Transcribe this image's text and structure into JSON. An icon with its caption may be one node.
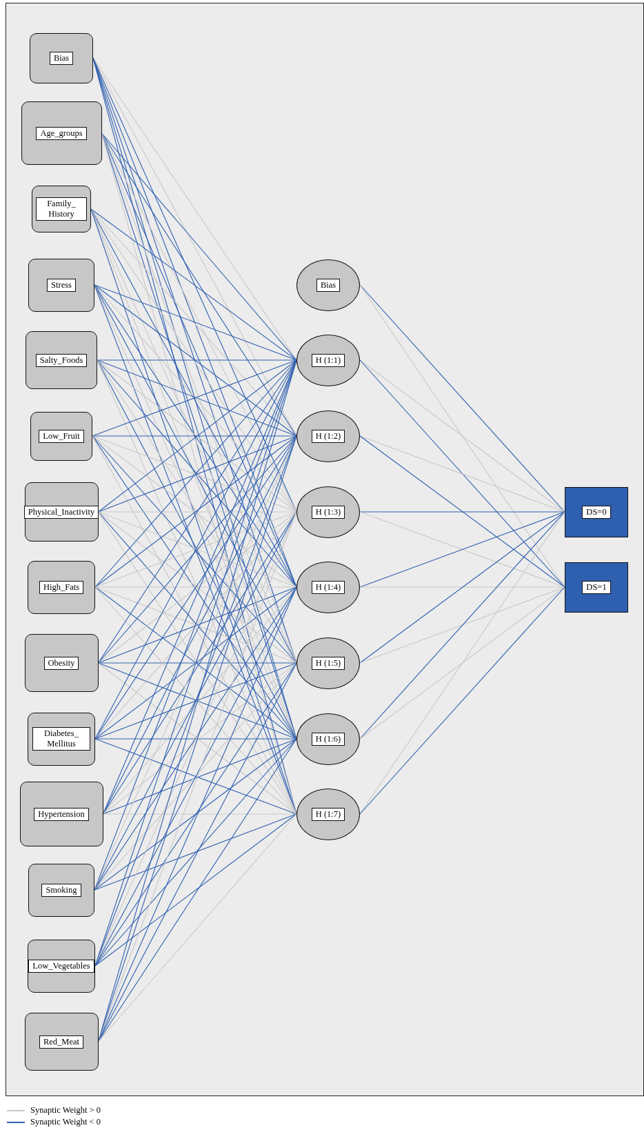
{
  "diagram": {
    "nodes": [
      {
        "text": [
          "Bias"
        ]
      },
      {
        "text": [
          "Age_groups"
        ]
      },
      {
        "text": [
          "Family_ History"
        ]
      },
      {
        "text": [
          "Stress"
        ]
      },
      {
        "text": [
          "Salty_Foods"
        ]
      },
      {
        "text": [
          "Low_Fruit"
        ]
      },
      {
        "text": [
          "Physical_Inactivity"
        ]
      },
      {
        "text": [
          "High_Fats"
        ]
      },
      {
        "text": [
          "Obesity"
        ]
      },
      {
        "text": [
          "Diabetes_ Mellitus"
        ]
      },
      {
        "text": [
          "Hypertension"
        ]
      },
      {
        "text": [
          "Smoking"
        ]
      },
      {
        "text": [
          "Low_Vegetables"
        ]
      },
      {
        "text": [
          "Red_Meat"
        ]
      },
      {
        "text": [
          "Bias"
        ]
      },
      {
        "text": [
          "H (1:1)"
        ]
      },
      {
        "text": [
          "H (1:2)"
        ]
      },
      {
        "text": [
          "H (1:3)"
        ]
      },
      {
        "text": [
          "H (1:4)"
        ]
      },
      {
        "text": [
          "H (1:5)"
        ]
      },
      {
        "text": [
          "H (1:6)"
        ]
      },
      {
        "text": [
          "H (1:7)"
        ]
      },
      {
        "text": [
          "DS=0"
        ]
      },
      {
        "text": [
          "DS=1"
        ]
      }
    ],
    "edges": [
      {
        "from": 0,
        "to": 15,
        "arrow": "none",
        "color": "#c8c8c8"
      },
      {
        "from": 0,
        "to": 16,
        "arrow": "none",
        "color": "#c8c8c8"
      },
      {
        "from": 0,
        "to": 17,
        "arrow": "none"
      },
      {
        "from": 0,
        "to": 18,
        "arrow": "none"
      },
      {
        "from": 0,
        "to": 19,
        "arrow": "none"
      },
      {
        "from": 0,
        "to": 20,
        "arrow": "none"
      },
      {
        "from": 0,
        "to": 21,
        "arrow": "none"
      },
      {
        "from": 1,
        "to": 15,
        "arrow": "none"
      },
      {
        "from": 1,
        "to": 16,
        "arrow": "none"
      },
      {
        "from": 1,
        "to": 17,
        "arrow": "none",
        "color": "#c8c8c8"
      },
      {
        "from": 1,
        "to": 18,
        "arrow": "none"
      },
      {
        "from": 1,
        "to": 19,
        "arrow": "none",
        "color": "#c8c8c8"
      },
      {
        "from": 1,
        "to": 20,
        "arrow": "none"
      },
      {
        "from": 1,
        "to": 21,
        "arrow": "none",
        "color": "#c8c8c8"
      },
      {
        "from": 2,
        "to": 15,
        "arrow": "none"
      },
      {
        "from": 2,
        "to": 16,
        "arrow": "none",
        "color": "#c8c8c8"
      },
      {
        "from": 2,
        "to": 17,
        "arrow": "none",
        "color": "#c8c8c8"
      },
      {
        "from": 2,
        "to": 18,
        "arrow": "none"
      },
      {
        "from": 2,
        "to": 19,
        "arrow": "none",
        "color": "#c8c8c8"
      },
      {
        "from": 2,
        "to": 20,
        "arrow": "none",
        "color": "#c8c8c8"
      },
      {
        "from": 2,
        "to": 21,
        "arrow": "none"
      },
      {
        "from": 3,
        "to": 15,
        "arrow": "none"
      },
      {
        "from": 3,
        "to": 16,
        "arrow": "none"
      },
      {
        "from": 3,
        "to": 17,
        "arrow": "none",
        "color": "#c8c8c8"
      },
      {
        "from": 3,
        "to": 18,
        "arrow": "none"
      },
      {
        "from": 3,
        "to": 19,
        "arrow": "none"
      },
      {
        "from": 3,
        "to": 20,
        "arrow": "none",
        "color": "#c8c8c8"
      },
      {
        "from": 3,
        "to": 21,
        "arrow": "none"
      },
      {
        "from": 4,
        "to": 15,
        "arrow": "none"
      },
      {
        "from": 4,
        "to": 16,
        "arrow": "none"
      },
      {
        "from": 4,
        "to": 17,
        "arrow": "none",
        "color": "#c8c8c8"
      },
      {
        "from": 4,
        "to": 18,
        "arrow": "none"
      },
      {
        "from": 4,
        "to": 19,
        "arrow": "none",
        "color": "#c8c8c8"
      },
      {
        "from": 4,
        "to": 20,
        "arrow": "none"
      },
      {
        "from": 4,
        "to": 21,
        "arrow": "none",
        "color": "#c8c8c8"
      },
      {
        "from": 5,
        "to": 15,
        "arrow": "none"
      },
      {
        "from": 5,
        "to": 16,
        "arrow": "none"
      },
      {
        "from": 5,
        "to": 17,
        "arrow": "none",
        "color": "#c8c8c8"
      },
      {
        "from": 5,
        "to": 18,
        "arrow": "none",
        "color": "#c8c8c8"
      },
      {
        "from": 5,
        "to": 19,
        "arrow": "none"
      },
      {
        "from": 5,
        "to": 20,
        "arrow": "none"
      },
      {
        "from": 5,
        "to": 21,
        "arrow": "none",
        "color": "#c8c8c8"
      },
      {
        "from": 6,
        "to": 15,
        "arrow": "none"
      },
      {
        "from": 6,
        "to": 16,
        "arrow": "none"
      },
      {
        "from": 6,
        "to": 17,
        "arrow": "none",
        "color": "#c8c8c8"
      },
      {
        "from": 6,
        "to": 18,
        "arrow": "none",
        "color": "#c8c8c8"
      },
      {
        "from": 6,
        "to": 19,
        "arrow": "none",
        "color": "#c8c8c8"
      },
      {
        "from": 6,
        "to": 20,
        "arrow": "none"
      },
      {
        "from": 6,
        "to": 21,
        "arrow": "none",
        "color": "#c8c8c8"
      },
      {
        "from": 7,
        "to": 15,
        "arrow": "none"
      },
      {
        "from": 7,
        "to": 16,
        "arrow": "none"
      },
      {
        "from": 7,
        "to": 17,
        "arrow": "none",
        "color": "#c8c8c8"
      },
      {
        "from": 7,
        "to": 18,
        "arrow": "none",
        "color": "#c8c8c8"
      },
      {
        "from": 7,
        "to": 19,
        "arrow": "none",
        "color": "#c8c8c8"
      },
      {
        "from": 7,
        "to": 20,
        "arrow": "none"
      },
      {
        "from": 7,
        "to": 21,
        "arrow": "none",
        "color": "#c8c8c8"
      },
      {
        "from": 8,
        "to": 15,
        "arrow": "none"
      },
      {
        "from": 8,
        "to": 16,
        "arrow": "none"
      },
      {
        "from": 8,
        "to": 17,
        "arrow": "none",
        "color": "#c8c8c8"
      },
      {
        "from": 8,
        "to": 18,
        "arrow": "none"
      },
      {
        "from": 8,
        "to": 19,
        "arrow": "none"
      },
      {
        "from": 8,
        "to": 20,
        "arrow": "none"
      },
      {
        "from": 8,
        "to": 21,
        "arrow": "none",
        "color": "#c8c8c8"
      },
      {
        "from": 9,
        "to": 15,
        "arrow": "none"
      },
      {
        "from": 9,
        "to": 16,
        "arrow": "none"
      },
      {
        "from": 9,
        "to": 17,
        "arrow": "none",
        "color": "#c8c8c8"
      },
      {
        "from": 9,
        "to": 18,
        "arrow": "none"
      },
      {
        "from": 9,
        "to": 19,
        "arrow": "none"
      },
      {
        "from": 9,
        "to": 20,
        "arrow": "none"
      },
      {
        "from": 9,
        "to": 21,
        "arrow": "none"
      },
      {
        "from": 10,
        "to": 15,
        "arrow": "none"
      },
      {
        "from": 10,
        "to": 16,
        "arrow": "none"
      },
      {
        "from": 10,
        "to": 17,
        "arrow": "none"
      },
      {
        "from": 10,
        "to": 18,
        "arrow": "none",
        "color": "#c8c8c8"
      },
      {
        "from": 10,
        "to": 19,
        "arrow": "none",
        "color": "#c8c8c8"
      },
      {
        "from": 10,
        "to": 20,
        "arrow": "none"
      },
      {
        "from": 10,
        "to": 21,
        "arrow": "none",
        "color": "#c8c8c8"
      },
      {
        "from": 11,
        "to": 15,
        "arrow": "none"
      },
      {
        "from": 11,
        "to": 16,
        "arrow": "none",
        "color": "#c8c8c8"
      },
      {
        "from": 11,
        "to": 17,
        "arrow": "none"
      },
      {
        "from": 11,
        "to": 18,
        "arrow": "none"
      },
      {
        "from": 11,
        "to": 19,
        "arrow": "none",
        "color": "#c8c8c8"
      },
      {
        "from": 11,
        "to": 20,
        "arrow": "none"
      },
      {
        "from": 11,
        "to": 21,
        "arrow": "none"
      },
      {
        "from": 12,
        "to": 15,
        "arrow": "none"
      },
      {
        "from": 12,
        "to": 16,
        "arrow": "none"
      },
      {
        "from": 12,
        "to": 17,
        "arrow": "none",
        "color": "#c8c8c8"
      },
      {
        "from": 12,
        "to": 18,
        "arrow": "none"
      },
      {
        "from": 12,
        "to": 19,
        "arrow": "none"
      },
      {
        "from": 12,
        "to": 20,
        "arrow": "none"
      },
      {
        "from": 12,
        "to": 21,
        "arrow": "none"
      },
      {
        "from": 13,
        "to": 15,
        "arrow": "none"
      },
      {
        "from": 13,
        "to": 16,
        "arrow": "none"
      },
      {
        "from": 13,
        "to": 17,
        "arrow": "none",
        "color": "#c8c8c8"
      },
      {
        "from": 13,
        "to": 18,
        "arrow": "none"
      },
      {
        "from": 13,
        "to": 19,
        "arrow": "none"
      },
      {
        "from": 13,
        "to": 20,
        "arrow": "none"
      },
      {
        "from": 13,
        "to": 21,
        "arrow": "none",
        "color": "#c8c8c8"
      },
      {
        "from": 14,
        "to": 22,
        "arrow": "none"
      },
      {
        "from": 14,
        "to": 23,
        "arrow": "none",
        "color": "#c8c8c8"
      },
      {
        "from": 15,
        "to": 22,
        "arrow": "none",
        "color": "#c8c8c8"
      },
      {
        "from": 15,
        "to": 23,
        "arrow": "none"
      },
      {
        "from": 16,
        "to": 22,
        "arrow": "none",
        "color": "#c8c8c8"
      },
      {
        "from": 16,
        "to": 23,
        "arrow": "none"
      },
      {
        "from": 17,
        "to": 22,
        "arrow": "none"
      },
      {
        "from": 17,
        "to": 23,
        "arrow": "none",
        "color": "#c8c8c8"
      },
      {
        "from": 18,
        "to": 22,
        "arrow": "none"
      },
      {
        "from": 18,
        "to": 23,
        "arrow": "none",
        "color": "#c8c8c8"
      },
      {
        "from": 19,
        "to": 22,
        "arrow": "none"
      },
      {
        "from": 19,
        "to": 23,
        "arrow": "none",
        "color": "#c8c8c8"
      },
      {
        "from": 20,
        "to": 22,
        "arrow": "none"
      },
      {
        "from": 20,
        "to": 23,
        "arrow": "none",
        "color": "#c8c8c8"
      },
      {
        "from": 21,
        "to": 22,
        "arrow": "none",
        "color": "#c8c8c8"
      },
      {
        "from": 21,
        "to": 23,
        "arrow": "none"
      }
    ],
    "legend": [
      {
        "text": "Synaptic Weight > 0",
        "color": "#c8c8c8"
      },
      {
        "text": "Synaptic Weight < 0",
        "color": "#3060b0"
      }
    ]
  }
}
